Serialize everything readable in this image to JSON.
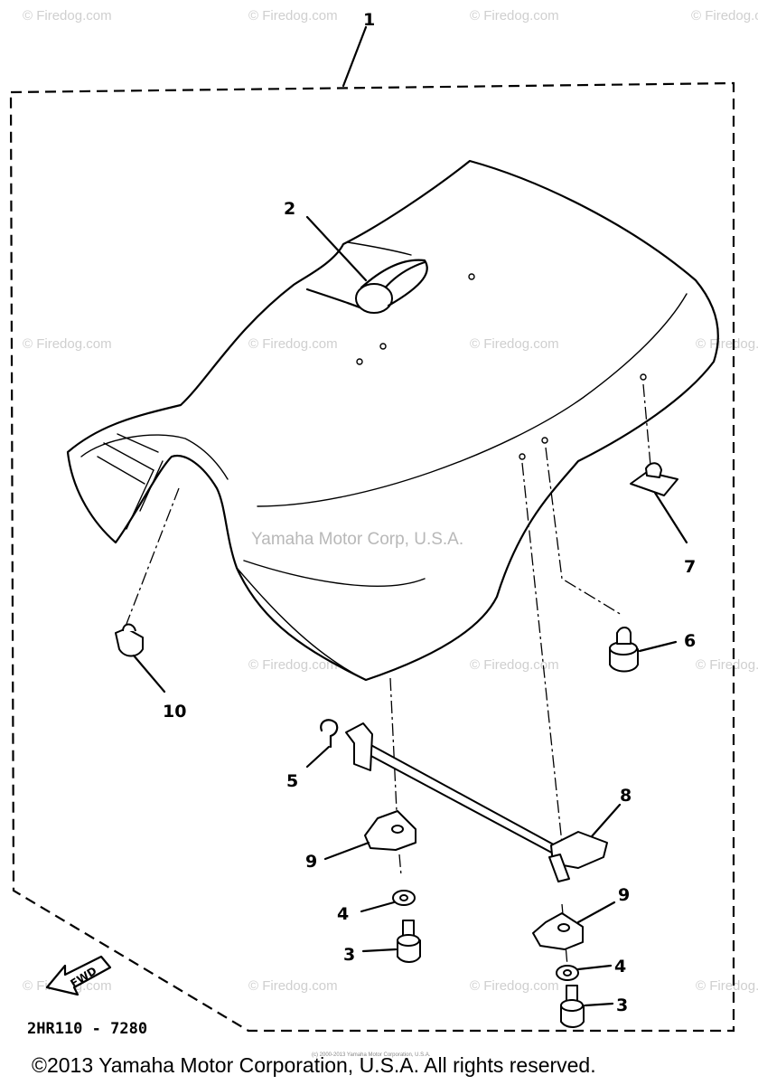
{
  "watermark": {
    "text": "© Firedog.com",
    "center_text": "Yamaha Motor Corp, U.S.A.",
    "color": "#cfcfcf"
  },
  "callouts": [
    "1",
    "2",
    "3",
    "3",
    "4",
    "4",
    "5",
    "6",
    "7",
    "8",
    "9",
    "9",
    "10"
  ],
  "drawing_number": "2HR110 - 7280",
  "fwd_label": "FWD",
  "copyright": "©2013 Yamaha Motor Corporation, U.S.A. All rights reserved.",
  "tiny_credit": "(c) 2000-2013 Yamaha Motor Corporation, U.S.A."
}
